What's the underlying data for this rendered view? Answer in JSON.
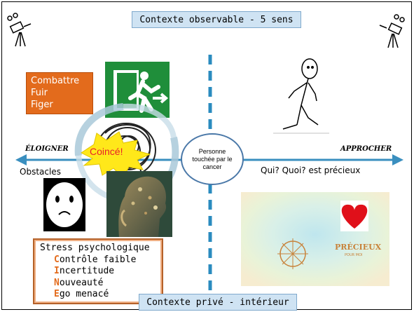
{
  "title_top": "Contexte observable - 5 sens",
  "title_bottom": "Contexte privé - intérieur",
  "reactions": [
    "Combattre",
    "Fuir",
    "Figer"
  ],
  "left_arrow_label": "ÉLOIGNER",
  "right_arrow_label": "APPROCHER",
  "obstacles_label": "Obstacles",
  "values_label": "Qui? Quoi? est précieux",
  "center_label": "Personne touchée par le cancer",
  "stuck_label": "Coincé!",
  "stress": {
    "heading": "Stress psychologique",
    "items": [
      {
        "first": "C",
        "rest": "ontrôle faible"
      },
      {
        "first": "I",
        "rest": "ncertitude"
      },
      {
        "first": "N",
        "rest": "ouveauté"
      },
      {
        "first": "E",
        "rest": "go menacé"
      }
    ]
  },
  "precious_label": "PRÉCIEUX",
  "precious_sub": "POUR MOI",
  "colors": {
    "arrow": "#3a8fbf",
    "orange": "#e36b1c",
    "exit_green": "#1f8e3a",
    "star_yellow": "#ffe81a",
    "heart_red": "#e0101a"
  }
}
